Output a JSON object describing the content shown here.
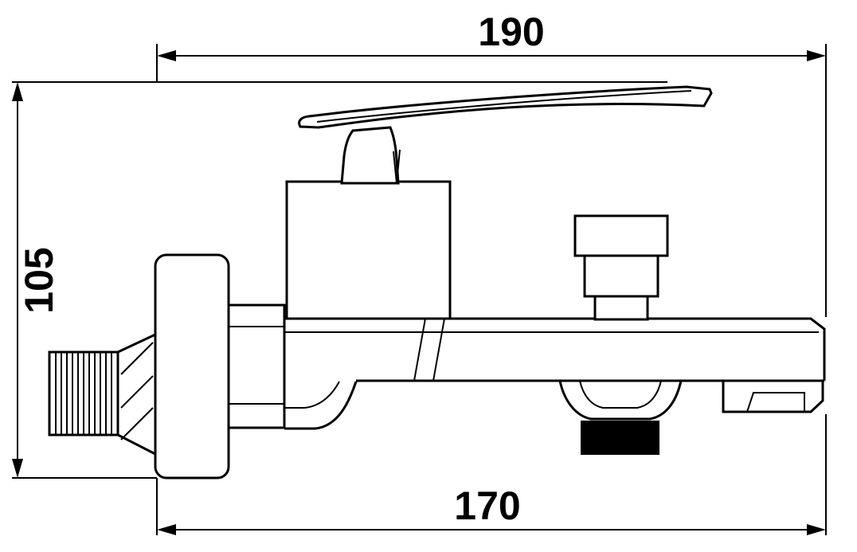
{
  "drawing": {
    "dimension_labels": {
      "width_top": "190",
      "height_left": "105",
      "width_bottom": "170"
    },
    "colors": {
      "line": "#000000",
      "background": "#ffffff",
      "diverter_knob": "#000000"
    }
  }
}
